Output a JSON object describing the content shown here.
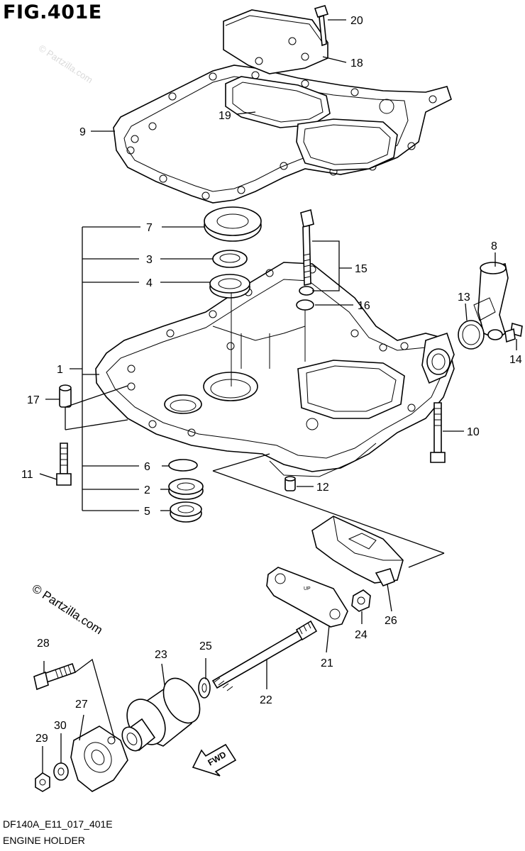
{
  "figure": {
    "title": "FIG.401E",
    "code": "DF140A_E11_017_401E",
    "caption": "ENGINE HOLDER",
    "watermark": "© Partzilla.com",
    "watermark_faint": "© Partzilla.com",
    "fwd_label": "FWD"
  },
  "callouts": [
    {
      "id": "20",
      "label": "20"
    },
    {
      "id": "18",
      "label": "18"
    },
    {
      "id": "19",
      "label": "19"
    },
    {
      "id": "9",
      "label": "9"
    },
    {
      "id": "7",
      "label": "7"
    },
    {
      "id": "3",
      "label": "3"
    },
    {
      "id": "4",
      "label": "4"
    },
    {
      "id": "15",
      "label": "15"
    },
    {
      "id": "16",
      "label": "16"
    },
    {
      "id": "8",
      "label": "8"
    },
    {
      "id": "13",
      "label": "13"
    },
    {
      "id": "14",
      "label": "14"
    },
    {
      "id": "1",
      "label": "1"
    },
    {
      "id": "17",
      "label": "17"
    },
    {
      "id": "10",
      "label": "10"
    },
    {
      "id": "11",
      "label": "11"
    },
    {
      "id": "6",
      "label": "6"
    },
    {
      "id": "2",
      "label": "2"
    },
    {
      "id": "5",
      "label": "5"
    },
    {
      "id": "12",
      "label": "12"
    },
    {
      "id": "26",
      "label": "26"
    },
    {
      "id": "24",
      "label": "24"
    },
    {
      "id": "21",
      "label": "21"
    },
    {
      "id": "28",
      "label": "28"
    },
    {
      "id": "23",
      "label": "23"
    },
    {
      "id": "25",
      "label": "25"
    },
    {
      "id": "22",
      "label": "22"
    },
    {
      "id": "27",
      "label": "27"
    },
    {
      "id": "30",
      "label": "30"
    },
    {
      "id": "29",
      "label": "29"
    }
  ]
}
